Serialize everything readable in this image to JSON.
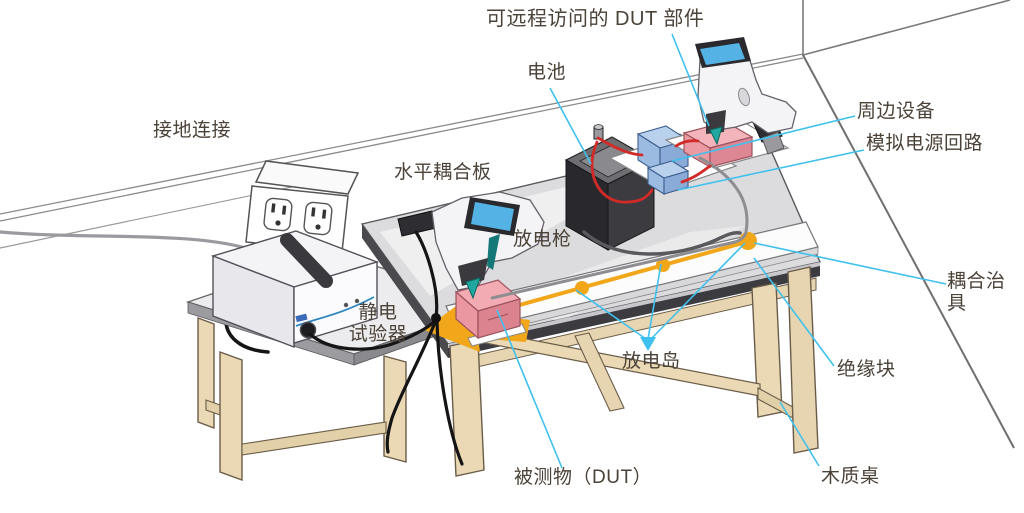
{
  "diagram": {
    "description": "ESD test bench setup illustration",
    "labels": {
      "remote_dut": "可远程访问的 DUT 部件",
      "battery": "电池",
      "ground_connection": "接地连接",
      "horizontal_coupling_plate": "水平耦合板",
      "discharge_gun": "放电枪",
      "esd_tester": "静电\n试验器",
      "discharge_island": "放电岛",
      "dut": "被测物（DUT）",
      "wooden_table": "木质桌",
      "insulation_block": "绝缘块",
      "coupling_fixture": "耦合治具",
      "peripheral_device": "周边设备",
      "simulated_power_loop": "模拟电源回路"
    },
    "colors": {
      "leader_line": "#3ec1ef",
      "label_text": "#4b4238",
      "discharge_line": "#f2a71b",
      "dut_box_pink": "#f2abb3",
      "dut_box_blue": "#b9d1ed",
      "power_wire_red": "#d22a28",
      "table_wood": "#ead9b4",
      "table_top_gray": "#dcdcde",
      "gun_screen_blue": "#55b2e4",
      "gun_tip_teal": "#20a8a0"
    }
  }
}
